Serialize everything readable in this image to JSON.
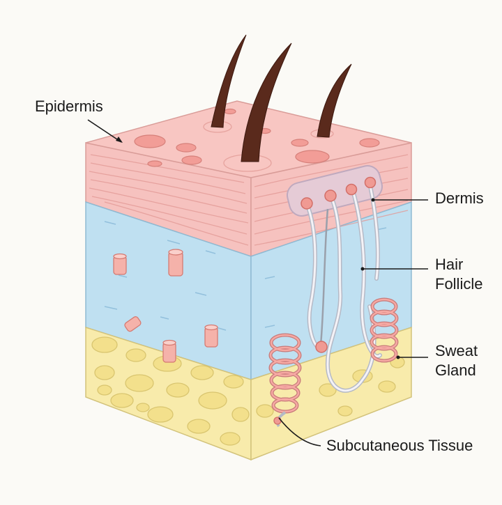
{
  "labels": {
    "epidermis": "Epidermis",
    "dermis": "Dermis",
    "hair_follicle_line1": "Hair",
    "hair_follicle_line2": "Follicle",
    "sweat_gland_line1": "Sweat",
    "sweat_gland_line2": "Gland",
    "subcutaneous": "Subcutaneous Tissue"
  },
  "colors": {
    "background": "#fbfaf6",
    "pink_layer": "#f6c2bf",
    "pink_top": "#f8c6c2",
    "blue_layer": "#bfe0f1",
    "yellow_layer": "#f8ebab",
    "hair": "#5a2a1c",
    "vessel_red": "#ef8f8a",
    "tube_white": "#f4f2f6",
    "outline": "#9aa0ab"
  }
}
